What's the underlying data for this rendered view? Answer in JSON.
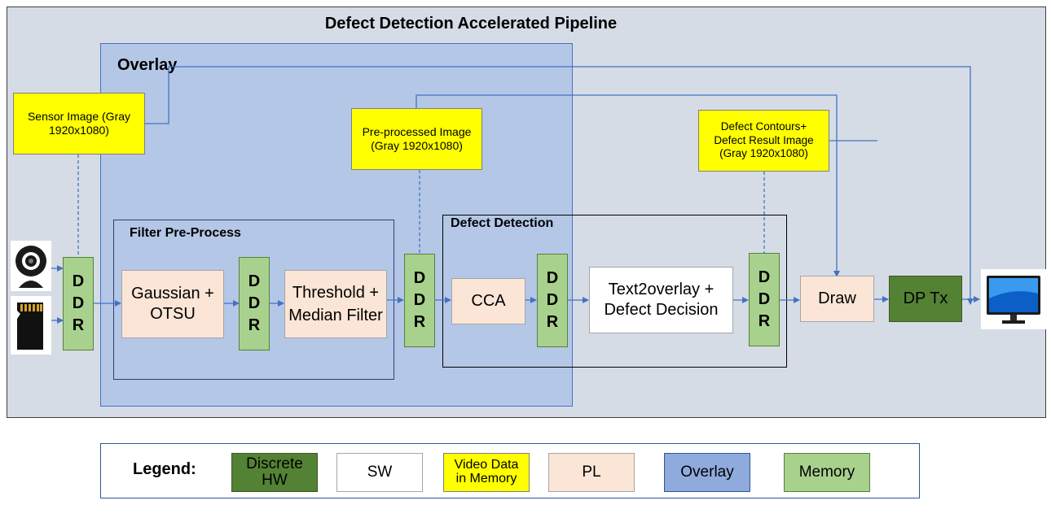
{
  "title": "Defect Detection Accelerated Pipeline",
  "overlay": {
    "title": "Overlay"
  },
  "filter_group": {
    "title": "Filter Pre-Process"
  },
  "defect_group": {
    "title": "Defect Detection"
  },
  "notes": {
    "sensor": "Sensor Image (Gray 1920x1080)",
    "preprocessed": "Pre-processed Image (Gray 1920x1080)",
    "contours": "Defect Contours+ Defect Result Image (Gray 1920x1080)"
  },
  "ddr_letters": [
    "D",
    "D",
    "R"
  ],
  "blocks": {
    "gaussian": "Gaussian + OTSU",
    "threshold": "Threshold + Median Filter",
    "cca": "CCA",
    "text2overlay": "Text2overlay + Defect Decision",
    "draw": "Draw",
    "dptx": "DP Tx"
  },
  "icons": [
    "webcam-icon",
    "sd-card-icon",
    "monitor-icon"
  ],
  "legend": {
    "title": "Legend:",
    "items": {
      "discrete_hw": "Discrete HW",
      "sw": "SW",
      "video_data": "Video Data in Memory",
      "pl": "PL",
      "overlay": "Overlay",
      "memory": "Memory"
    }
  },
  "colors": {
    "frame": "#d6dce5",
    "overlay": "#b4c7e7",
    "yellow": "#ffff00",
    "pl": "#fbe5d6",
    "hw": "#548235",
    "memory": "#a9d18e",
    "line": "#4472c4"
  }
}
